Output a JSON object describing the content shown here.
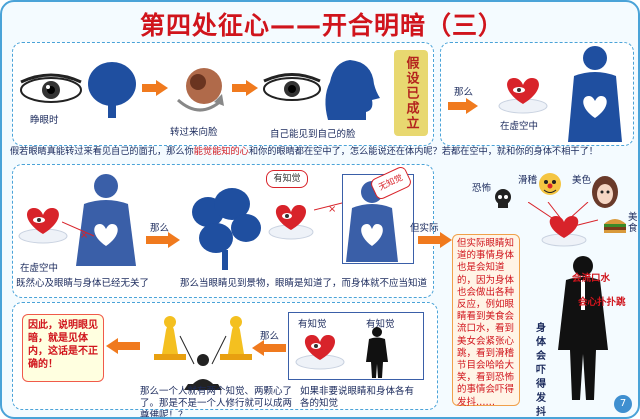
{
  "title": "第四处征心——开合明暗（三）",
  "page_number": "7",
  "row1": {
    "label_eye": "睁眼时",
    "label_turn": "转过来向脸",
    "label_self": "自己能见到自己的脸",
    "stamp": "假设已成立",
    "label_then": "那么",
    "heart_label": "在虚空中",
    "caption": "假若眼睛真能转过来看见自己的面孔，那么你能觉能知的心和你的眼睛都在空中了，怎么能说还在体内呢？若都在空中，就和你的身体不相干了！",
    "caption_highlight": "能觉能知的心"
  },
  "row2": {
    "heart_label": "在虚空中",
    "label_then": "那么",
    "bubble_aware": "有知觉",
    "bubble_none": "无知觉",
    "but_label": "但实际",
    "caption_left": "既然心及眼睛与身体已经无关了",
    "caption_mid": "那么当眼睛见到景物，眼睛是知道了，而身体就不应当知道",
    "fact_text": "但实际眼睛知道的事情身体也是会知道的，因为身体也会做出各种反应，例如眼睛看到美食会流口水，看到美女会紧张心跳，看到滑稽节目会哈哈大笑，看到恐怖的事情会吓得发抖……",
    "icon_labels": [
      "恐怖",
      "滑稽",
      "美色",
      "美食"
    ],
    "reaction_saliva": "会流口水",
    "reaction_heart": "会心扑扑跳",
    "reaction_shake": "身体会吓得发抖"
  },
  "row3": {
    "conclusion": "因此，说明眼见暗，就是见体内，这话是不正确的！",
    "label_then": "那么",
    "bubble_aware_1": "有知觉",
    "bubble_aware_2": "有知觉",
    "caption_left": "那么一个人就有两个知觉、两颗心了了。那是不是一个人修行就可以成两尊佛呢！？",
    "caption_right": "如果非要说眼睛和身体各有各的知觉"
  },
  "colors": {
    "accent_red": "#d0141c",
    "arrow": "#f07a1e",
    "blue": "#3a5fa8",
    "border": "#4aa3d8"
  }
}
